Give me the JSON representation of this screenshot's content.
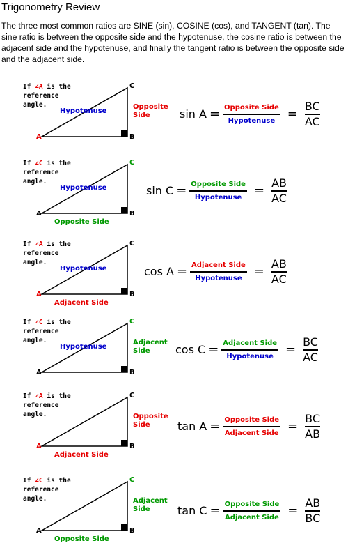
{
  "title": "Trigonometry Review",
  "intro": "The three most  common ratios are SINE (sin), COSINE (cos), and TANGENT (tan).  The sine ratio is between the opposite side and the hypotenuse, the cosine ratio is between the adjacent side and the hypotenuse, and finally the tangent ratio is between the opposite side and the adjacent side.",
  "colors": {
    "opposite": "#e60000",
    "hypotenuse": "#0000cc",
    "adjacent": "#009900",
    "angle": "#e60000"
  },
  "panels": [
    {
      "cond": {
        "if": "If ",
        "angle": "∠A",
        "rest": " is the",
        "line2": "reference",
        "line3": "angle."
      },
      "vertices": {
        "A": "A",
        "B": "B",
        "C": "C"
      },
      "hyp": "Hypotenuse",
      "right_label": "Opposite\nSide",
      "bottom_label": "",
      "func": "sin A",
      "ratio_num": "Opposite Side",
      "ratio_den": "Hypotenuse",
      "letters_num": "BC",
      "letters_den": "AC"
    },
    {
      "cond": {
        "if": "If ",
        "angle": "∠C",
        "rest": " is the",
        "line2": "reference",
        "line3": "angle."
      },
      "vertices": {
        "A": "A",
        "B": "B",
        "C": "C"
      },
      "hyp": "Hypotenuse",
      "right_label": "",
      "bottom_label": "Opposite Side",
      "func": "sin C",
      "ratio_num": "Opposite Side",
      "ratio_den": "Hypotenuse",
      "letters_num": "AB",
      "letters_den": "AC"
    },
    {
      "cond": {
        "if": "If ",
        "angle": "∠A",
        "rest": " is the",
        "line2": "reference",
        "line3": "angle."
      },
      "vertices": {
        "A": "A",
        "B": "B",
        "C": "C"
      },
      "hyp": "Hypotenuse",
      "right_label": "",
      "bottom_label": "Adjacent Side",
      "func": "cos A",
      "ratio_num": "Adjacent Side",
      "ratio_den": "Hypotenuse",
      "letters_num": "AB",
      "letters_den": "AC"
    },
    {
      "cond": {
        "if": "If ",
        "angle": "∠C",
        "rest": " is the",
        "line2": "reference",
        "line3": "angle."
      },
      "vertices": {
        "A": "A",
        "B": "B",
        "C": "C"
      },
      "hyp": "Hypotenuse",
      "right_label": "Adjacent\nSide",
      "bottom_label": "",
      "func": "cos C",
      "ratio_num": "Adjacent Side",
      "ratio_den": "Hypotenuse",
      "letters_num": "BC",
      "letters_den": "AC"
    },
    {
      "cond": {
        "if": "If ",
        "angle": "∠A",
        "rest": " is the",
        "line2": "reference",
        "line3": "angle."
      },
      "vertices": {
        "A": "A",
        "B": "B",
        "C": "C"
      },
      "hyp": "",
      "right_label": "Opposite\nSide",
      "bottom_label": "Adjacent Side",
      "func": "tan A",
      "ratio_num": "Opposite Side",
      "ratio_den": "Adjacent Side",
      "letters_num": "BC",
      "letters_den": "AB"
    },
    {
      "cond": {
        "if": "If ",
        "angle": "∠C",
        "rest": " is the",
        "line2": "reference",
        "line3": "angle."
      },
      "vertices": {
        "A": "A",
        "B": "B",
        "C": "C"
      },
      "hyp": "",
      "right_label": "Adjacent\nSide",
      "bottom_label": "Opposite Side",
      "func": "tan C",
      "ratio_num": "Opposite Side",
      "ratio_den": "Adjacent Side",
      "letters_num": "AB",
      "letters_den": "BC"
    }
  ]
}
